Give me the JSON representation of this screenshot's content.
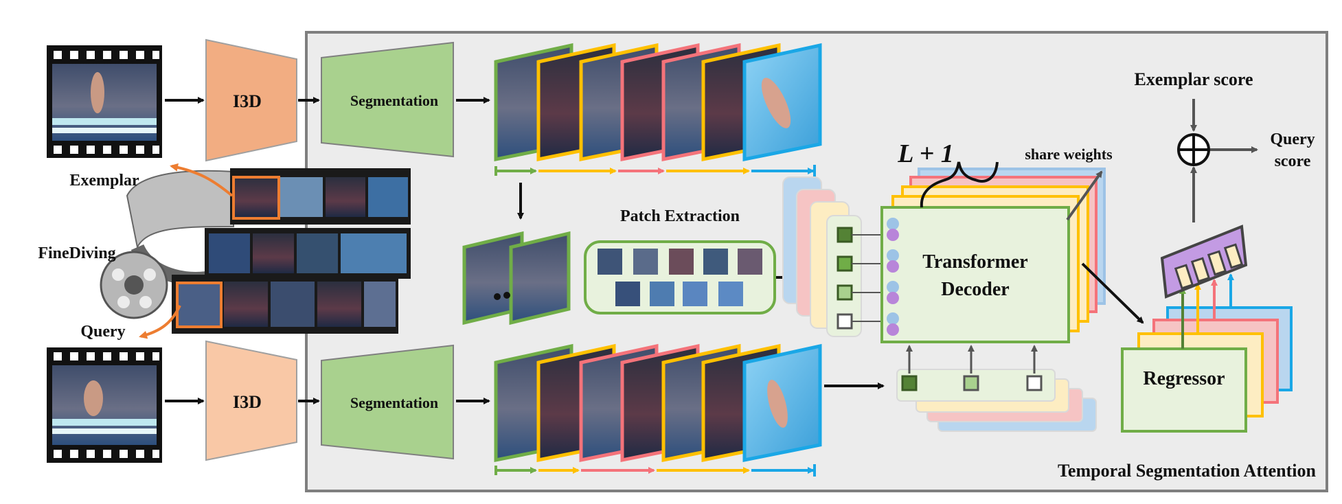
{
  "labels": {
    "i3d_top": "I3D",
    "i3d_bottom": "I3D",
    "segmentation_top": "Segmentation",
    "segmentation_bottom": "Segmentation",
    "exemplar": "Exemplar",
    "finediving": "FineDiving",
    "query": "Query",
    "patch_extraction": "Patch Extraction",
    "transformer_decoder_line1": "Transformer",
    "transformer_decoder_line2": "Decoder",
    "layers": "L + 1",
    "share_weights": "share weights",
    "exemplar_score": "Exemplar score",
    "query_score_line1": "Query",
    "query_score_line2": "score",
    "regressor": "Regressor",
    "module_title": "Temporal Segmentation Attention"
  },
  "colors": {
    "i3d": "#f2ad82",
    "segmentation": "#a9d18e",
    "panel": "#ececec",
    "green": "#70ad47",
    "yellow": "#ffc000",
    "red": "#f4737a",
    "blue": "#1aa7e6",
    "purple": "#c39be3",
    "decoder_fill": "#e8f2dd",
    "pink": "#f6c4c4",
    "light_blue": "#b9d6ef",
    "light_yellow": "#fdedc2"
  },
  "stage_sequence": [
    "green",
    "yellow",
    "yellow",
    "red",
    "red",
    "yellow",
    "blue"
  ],
  "query_stage_sequence": [
    "green",
    "yellow",
    "red",
    "red",
    "yellow",
    "yellow",
    "blue"
  ]
}
